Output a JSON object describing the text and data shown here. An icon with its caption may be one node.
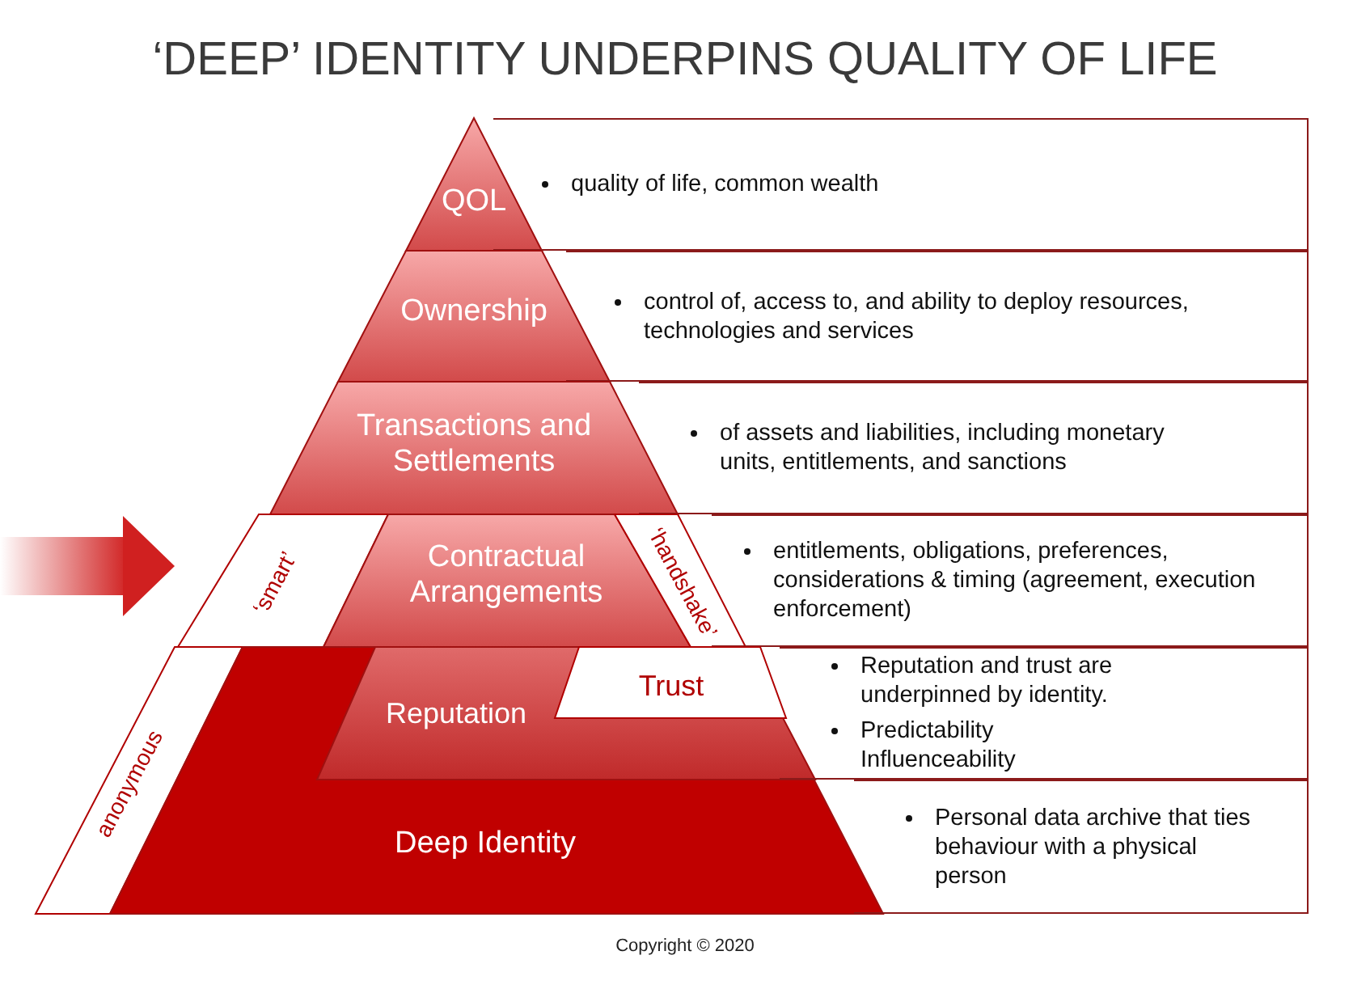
{
  "diagram": {
    "title": "‘DEEP’ IDENTITY UNDERPINS QUALITY OF LIFE",
    "nodes": [
      {
        "text": [
          "QOL"
        ]
      },
      {
        "text": [
          "quality of life, common wealth"
        ]
      },
      {
        "text": [
          "Ownership"
        ]
      },
      {
        "text": [
          "control of, access to, and ability to deploy resources, technologies and services"
        ]
      },
      {
        "text": [
          "Transactions and Settlements"
        ]
      },
      {
        "text": [
          "of assets and liabilities, including monetary units, entitlements, and sanctions"
        ]
      },
      {
        "text": [
          "‘smart’"
        ]
      },
      {
        "text": [
          "Contractual Arrangements"
        ]
      },
      {
        "text": [
          "‘handshake’"
        ]
      },
      {
        "text": [
          "entitlements, obligations, preferences, considerations & timing (agreement, execution enforcement)"
        ]
      },
      {
        "text": [
          "anonymous"
        ]
      },
      {
        "text": [
          "Deep Identity"
        ]
      },
      {
        "text": [
          "Reputation"
        ],
        "in": 11
      },
      {
        "text": [
          "Trust"
        ],
        "in": 12
      },
      {
        "text": [
          "Reputation and trust are underpinned by identity.",
          "Predictability Influenceability"
        ]
      },
      {
        "text": [
          "Personal data archive that ties behaviour with a physical person"
        ]
      }
    ],
    "edges": [
      {
        "from": null,
        "to": 6,
        "arrow": "to"
      }
    ],
    "labels": [
      "Copyright © 2020"
    ]
  }
}
